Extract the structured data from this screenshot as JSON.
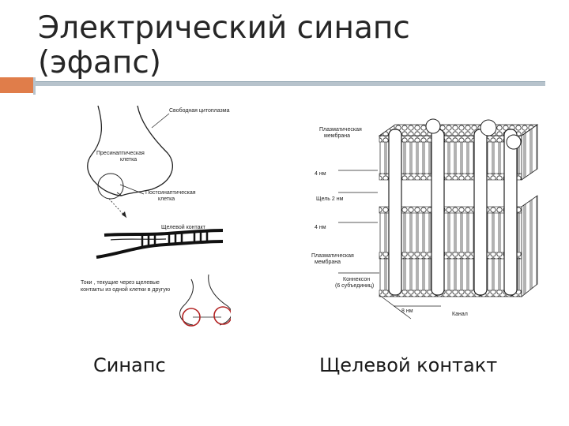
{
  "title": {
    "line1": "Электрический синапс",
    "line2": "(эфапс)"
  },
  "left_figure": {
    "labels": {
      "free_cytoplasm": "Свободная цитоплазма",
      "presynaptic_1": "Пресинаптическая",
      "presynaptic_2": "клетка",
      "postsynaptic_1": "Постсинаптическая",
      "postsynaptic_2": "клетка",
      "gap_contact": "Щелевой контакт",
      "currents_1": "Токи , текущие через щелевые",
      "currents_2": "контакты из одной клетки в другую"
    },
    "caption": "Синапс"
  },
  "right_figure": {
    "labels": {
      "plasma_membrane_top_1": "Плазматическая",
      "plasma_membrane_top_2": "мембрана",
      "nm4_top": "4 нм",
      "gap_2nm": "Щель 2 нм",
      "nm4_bottom": "4 нм",
      "plasma_membrane_bottom_1": "Плазматическая",
      "plasma_membrane_bottom_2": "мембрана",
      "connexon_1": "Коннексон",
      "connexon_2": "(6 субъединиц)",
      "nm8": "8 нм",
      "channel": "Канал"
    },
    "caption": "Щелевой контакт"
  },
  "colors": {
    "accent_orange": "#e07d4a",
    "rule": "#b7c3cc",
    "circle_red": "#b22222"
  }
}
